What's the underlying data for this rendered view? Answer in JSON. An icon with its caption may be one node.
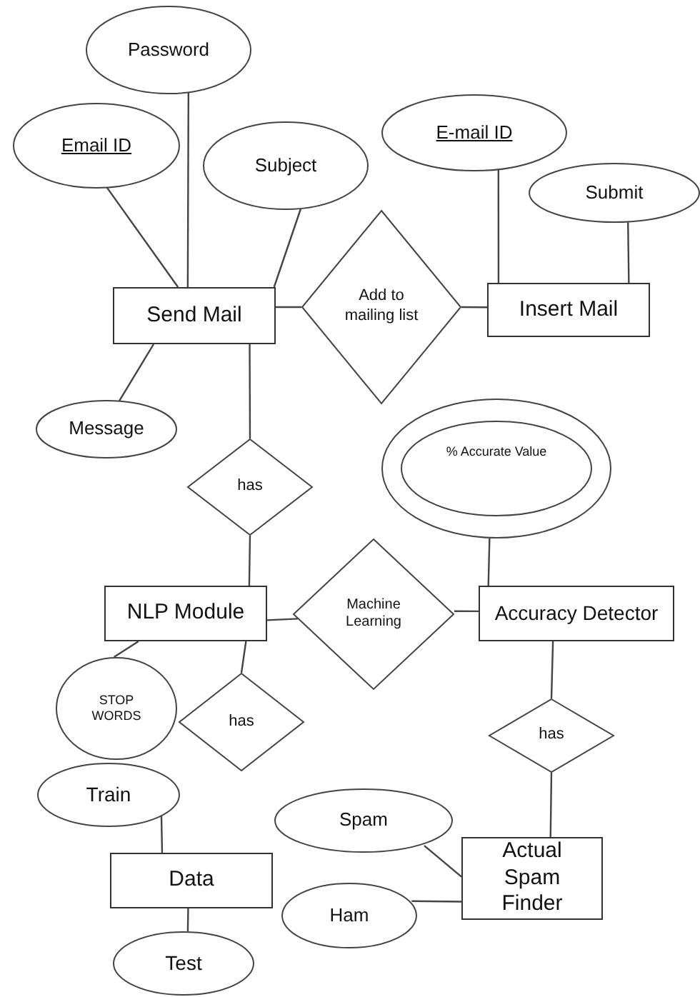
{
  "diagram": {
    "nodes": [
      {
        "text": [
          "Password"
        ]
      },
      {
        "text": [
          "Email ID"
        ]
      },
      {
        "text": [
          "Subject"
        ]
      },
      {
        "text": [
          "E-mail ID"
        ]
      },
      {
        "text": [
          "Submit"
        ]
      },
      {
        "text": [
          "Send Mail"
        ]
      },
      {
        "text": [
          "Add to mailing list"
        ]
      },
      {
        "text": [
          "Insert Mail"
        ]
      },
      {
        "text": [
          "Message"
        ]
      },
      {
        "text": [
          "has"
        ]
      },
      {
        "text": [
          "% Accurate Value"
        ]
      },
      {
        "text": [
          "NLP Module"
        ]
      },
      {
        "text": [
          "Machine Learning"
        ]
      },
      {
        "text": [
          "Accuracy Detector"
        ]
      },
      {
        "text": [
          "STOP WORDS"
        ]
      },
      {
        "text": [
          "has"
        ]
      },
      {
        "text": [
          "has"
        ]
      },
      {
        "text": [
          "Train"
        ]
      },
      {
        "text": [
          "Spam"
        ]
      },
      {
        "text": [
          "Actual Spam Finder"
        ]
      },
      {
        "text": [
          "Data"
        ]
      },
      {
        "text": [
          "Ham"
        ]
      },
      {
        "text": [
          "Test"
        ]
      }
    ],
    "edges": [
      {
        "from": 1,
        "to": 5,
        "arrow": "none"
      },
      {
        "from": 0,
        "to": 5,
        "arrow": "none"
      },
      {
        "from": 2,
        "to": 5,
        "arrow": "none"
      },
      {
        "from": 5,
        "to": 6,
        "arrow": "none"
      },
      {
        "from": 6,
        "to": 7,
        "arrow": "none"
      },
      {
        "from": 3,
        "to": 7,
        "arrow": "none"
      },
      {
        "from": 4,
        "to": 7,
        "arrow": "none"
      },
      {
        "from": 5,
        "to": 8,
        "arrow": "none"
      },
      {
        "from": 5,
        "to": 9,
        "arrow": "none"
      },
      {
        "from": 9,
        "to": 11,
        "arrow": "none"
      },
      {
        "from": 11,
        "to": 12,
        "arrow": "none"
      },
      {
        "from": 12,
        "to": 13,
        "arrow": "none"
      },
      {
        "from": 10,
        "to": 13,
        "arrow": "none"
      },
      {
        "from": 11,
        "to": 14,
        "arrow": "none"
      },
      {
        "from": 11,
        "to": 15,
        "arrow": "none"
      },
      {
        "from": 13,
        "to": 16,
        "arrow": "none"
      },
      {
        "from": 16,
        "to": 19,
        "arrow": "none"
      },
      {
        "from": 17,
        "to": 20,
        "arrow": "none"
      },
      {
        "from": 20,
        "to": 22,
        "arrow": "none"
      },
      {
        "from": 18,
        "to": 19,
        "arrow": "none"
      },
      {
        "from": 21,
        "to": 19,
        "arrow": "none"
      }
    ]
  }
}
